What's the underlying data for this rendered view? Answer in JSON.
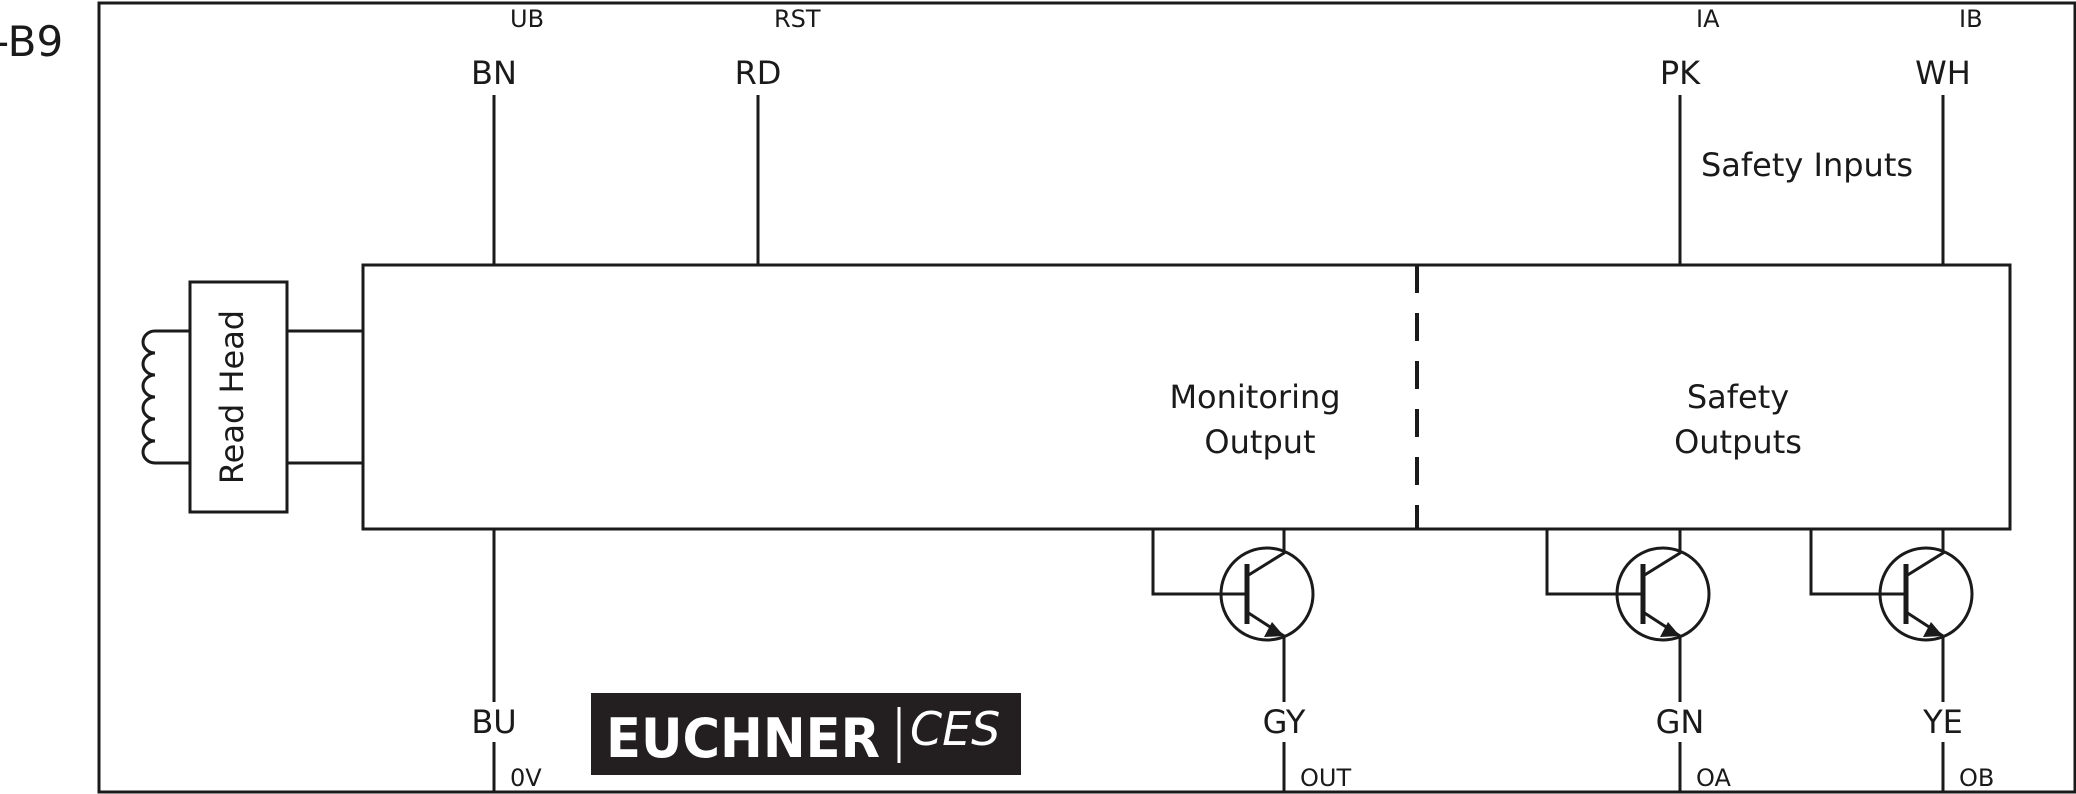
{
  "device": {
    "tag": "-B9"
  },
  "top_wires": [
    {
      "signal": "UB",
      "color": "BN"
    },
    {
      "signal": "RST",
      "color": "RD"
    },
    {
      "signal": "IA",
      "color": "PK"
    },
    {
      "signal": "IB",
      "color": "WH"
    }
  ],
  "bottom_wires": [
    {
      "signal": "0V",
      "color": "BU"
    },
    {
      "signal": "OUT",
      "color": "GY"
    },
    {
      "signal": "OA",
      "color": "GN"
    },
    {
      "signal": "OB",
      "color": "YE"
    }
  ],
  "blocks": {
    "read_head": "Read Head",
    "monitoring_line1": "Monitoring",
    "monitoring_line2": "Output",
    "safety_out_line1": "Safety",
    "safety_out_line2": "Outputs",
    "safety_inputs": "Safety Inputs"
  },
  "logo": {
    "brand": "EUCHNER",
    "product": "CES"
  },
  "colors": {
    "line": "#1a1a1a",
    "logo_bg": "#231f20",
    "logo_text": "#ffffff"
  }
}
